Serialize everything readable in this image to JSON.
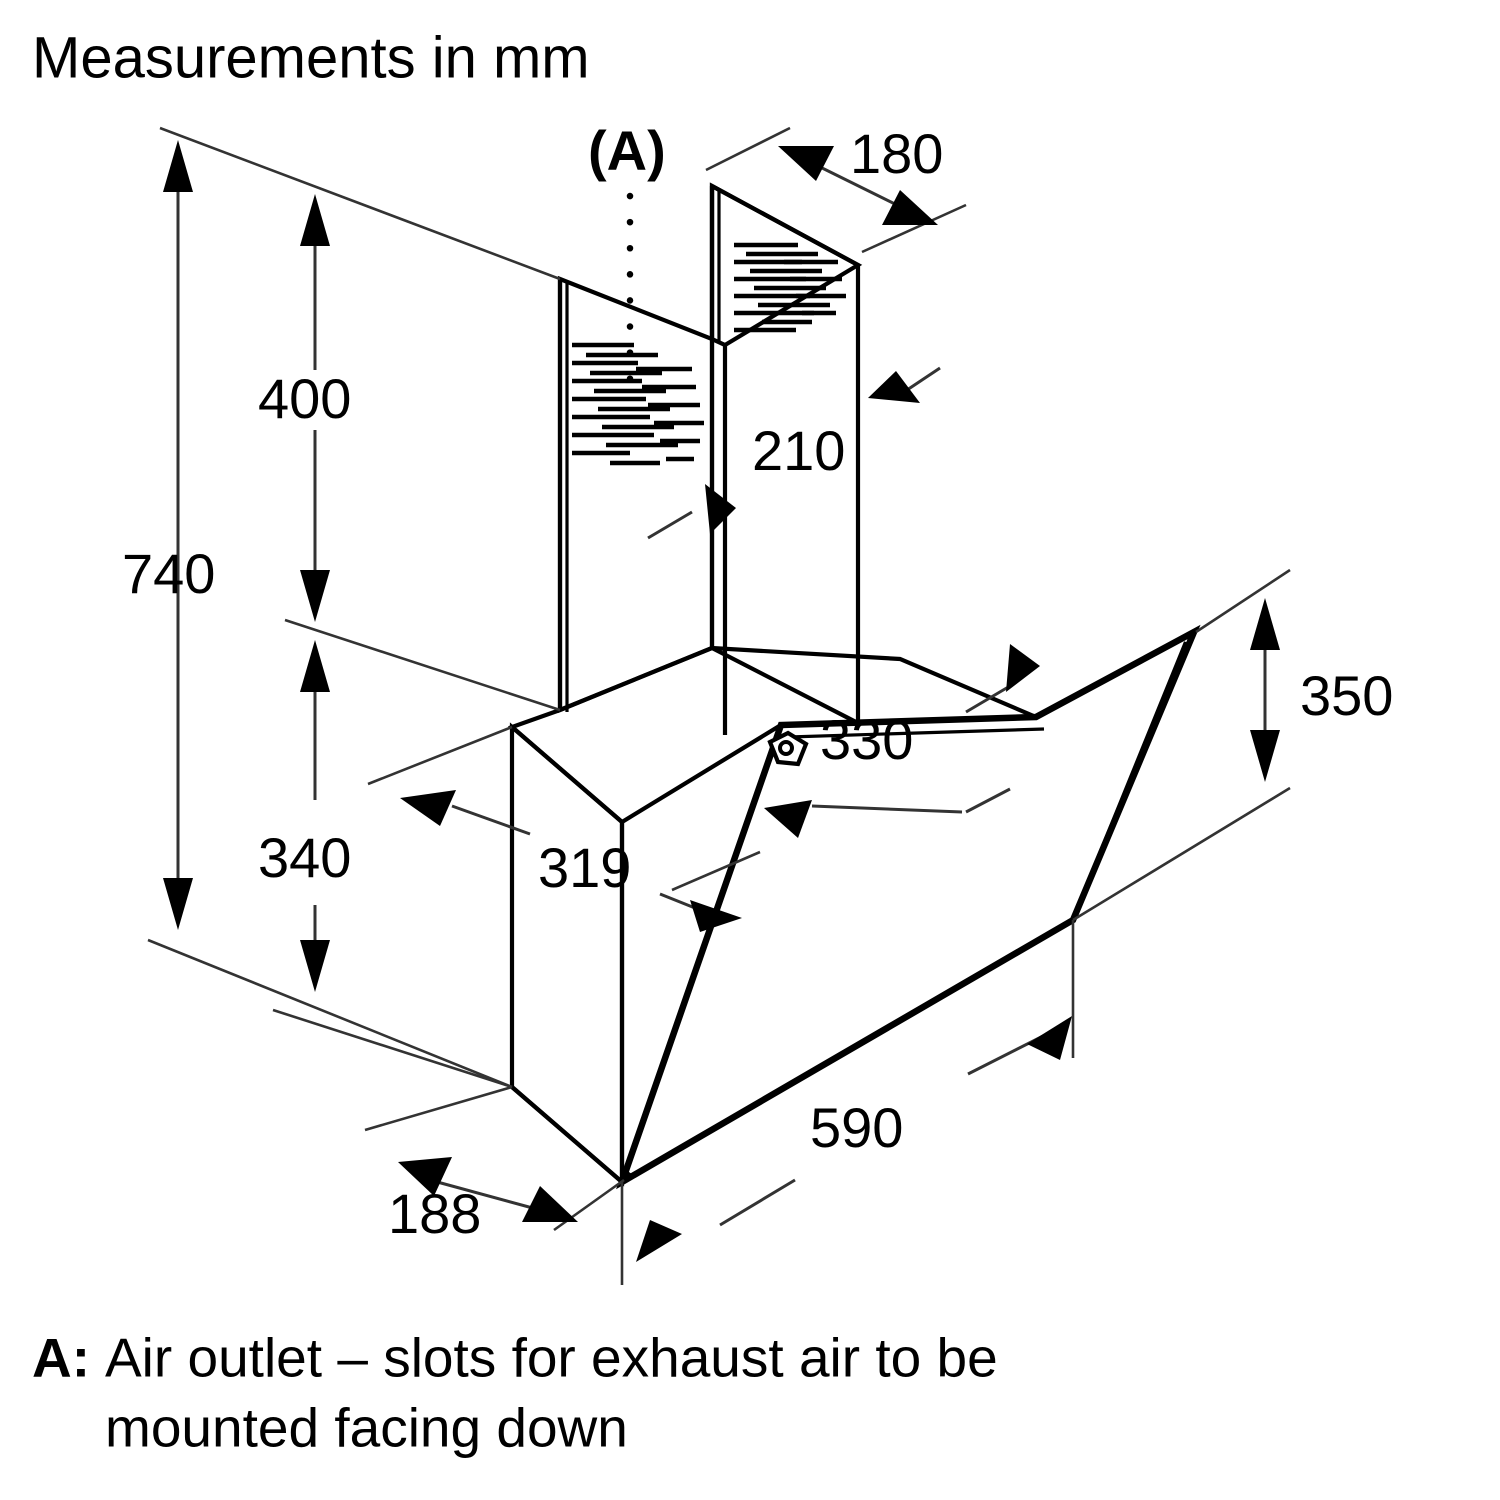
{
  "title": "Measurements in mm",
  "product": "wall-mounted angled glass extractor hood",
  "dimensions": {
    "total_height": "740",
    "chimney_height": "400",
    "body_height": "340",
    "chimney_depth": "180",
    "chimney_width": "210",
    "body_top_depth": "330",
    "body_width": "319",
    "glass_panel_height": "350",
    "glass_panel_width": "590",
    "body_depth_bottom": "188"
  },
  "callout": {
    "marker": "(A)",
    "legend_prefix": "A:",
    "legend_line1": "Air outlet – slots for exhaust air to be",
    "legend_line2": "mounted facing down"
  },
  "colors": {
    "background": "#ffffff",
    "line": "#000000",
    "dimension_line": "#333333"
  }
}
